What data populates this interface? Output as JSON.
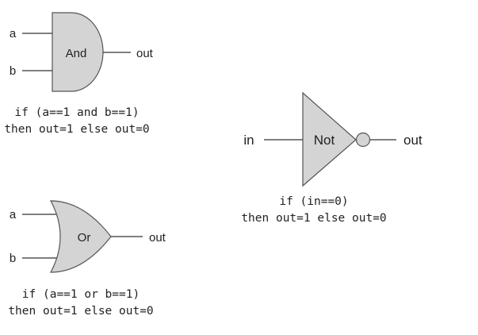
{
  "and_gate": {
    "name": "And",
    "input_a": "a",
    "input_b": "b",
    "output": "out",
    "rule_line1": "if (a==1 and b==1)",
    "rule_line2": "then out=1 else out=0"
  },
  "or_gate": {
    "name": "Or",
    "input_a": "a",
    "input_b": "b",
    "output": "out",
    "rule_line1": "if (a==1 or b==1)",
    "rule_line2": "then out=1 else out=0"
  },
  "not_gate": {
    "name": "Not",
    "input": "in",
    "output": "out",
    "rule_line1": "if (in==0)",
    "rule_line2": "then out=1 else out=0"
  },
  "colors": {
    "gate_fill": "#d4d4d4",
    "gate_stroke": "#555555",
    "wire": "#333333",
    "text": "#222222"
  }
}
